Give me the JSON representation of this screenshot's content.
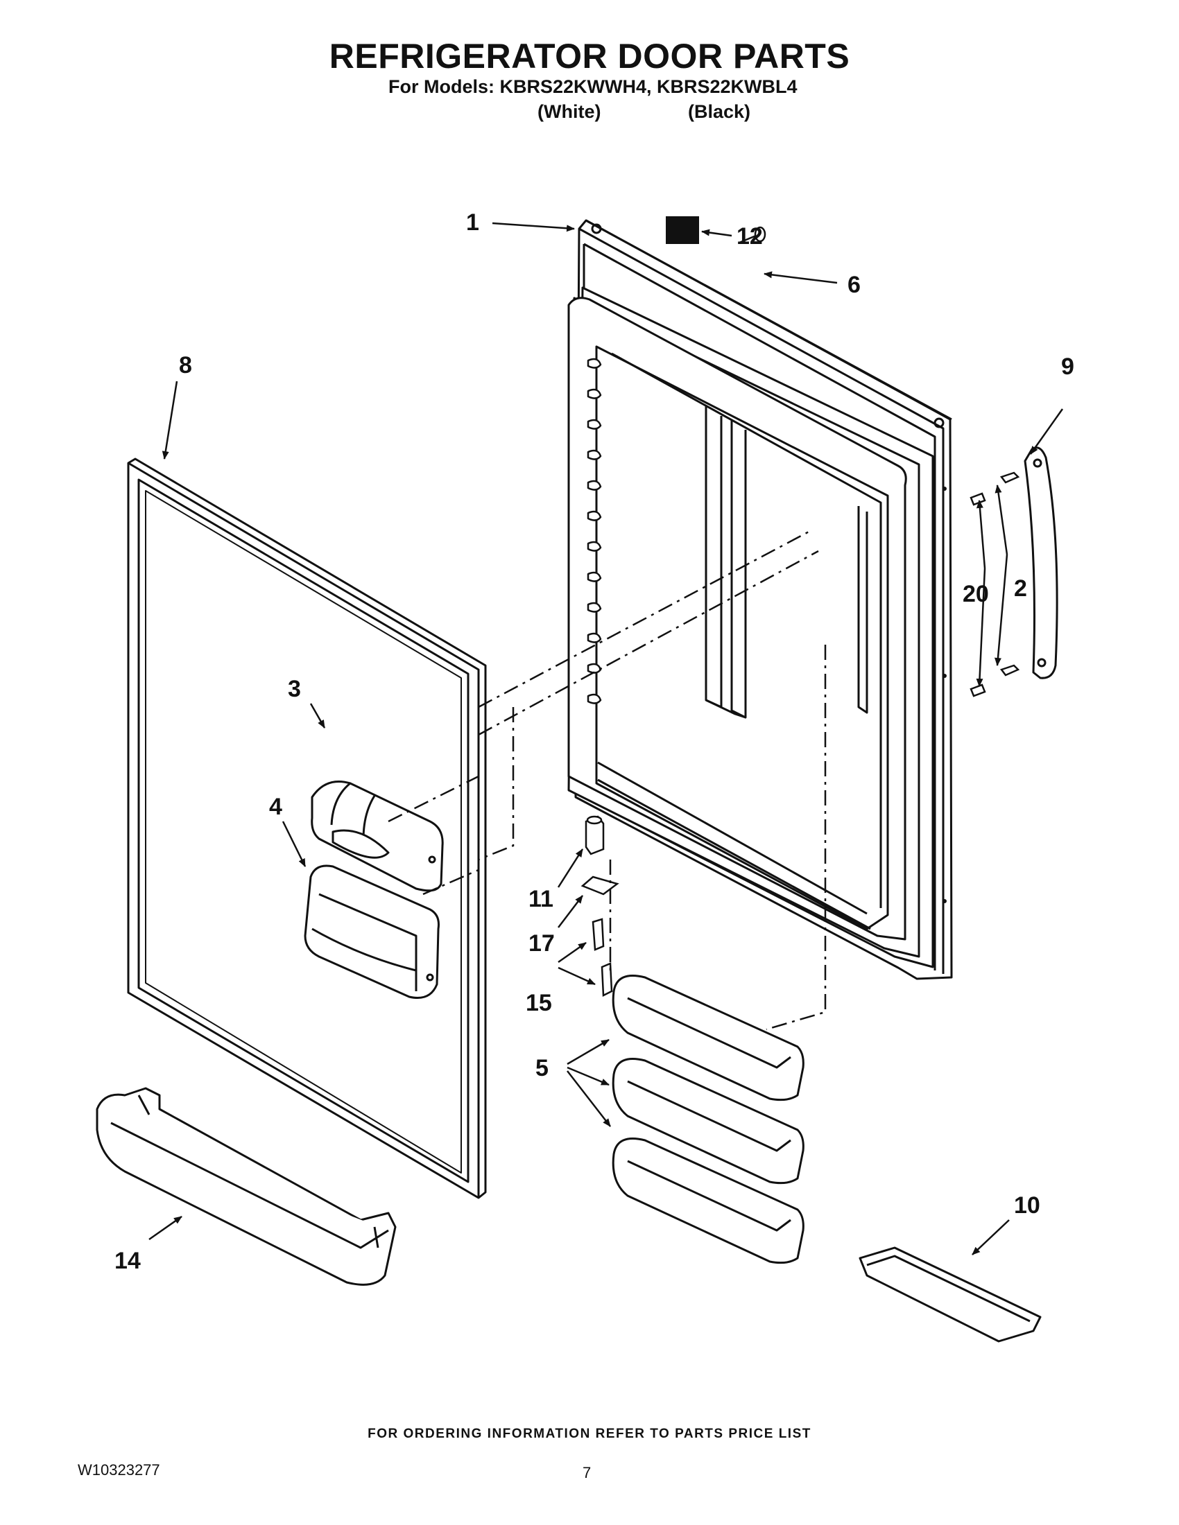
{
  "header": {
    "title": "REFRIGERATOR DOOR PARTS",
    "models_line": "For Models: KBRS22KWWH4, KBRS22KWBL4",
    "variant_white": "(White)",
    "variant_black": "(Black)"
  },
  "callouts": {
    "c1": "1",
    "c2": "2",
    "c3": "3",
    "c4": "4",
    "c5": "5",
    "c6": "6",
    "c8": "8",
    "c9": "9",
    "c10": "10",
    "c11": "11",
    "c12": "12",
    "c14": "14",
    "c15": "15",
    "c17": "17",
    "c20": "20"
  },
  "footer": {
    "ordering_note": "FOR ORDERING INFORMATION REFER TO PARTS PRICE LIST",
    "document_number": "W10323277",
    "page_number": "7"
  }
}
